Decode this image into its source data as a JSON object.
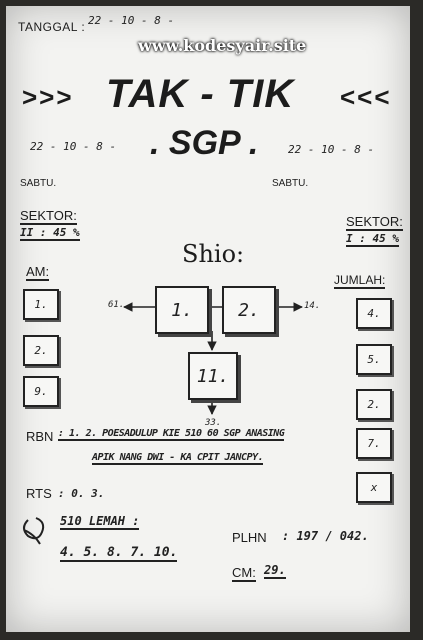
{
  "header": {
    "tanggal_label": "TANGGAL :",
    "tanggal_value": "22 - 10 - 8 -",
    "watermark": "www.kodesyair.site"
  },
  "title": {
    "left_arrows": ">>>",
    "main": "TAK - TIK",
    "right_arrows": "<<<",
    "market": ". SGP ."
  },
  "dates": {
    "left_date": "22 - 10 - 8 -",
    "left_day": "SABTU.",
    "right_date": "22 - 10 - 8 -",
    "right_day": "SABTU."
  },
  "sektor_left": {
    "label": "SEKTOR:",
    "value": "II : 45 %"
  },
  "sektor_right": {
    "label": "SEKTOR:",
    "value": "I : 45 %"
  },
  "shio": {
    "label": "Shio:",
    "box1": "1.",
    "box2": "2.",
    "box3": "11.",
    "left_out": "61.",
    "right_out": "14.",
    "down_out": "33."
  },
  "am": {
    "label": "AM:",
    "items": [
      "1.",
      "2.",
      "9."
    ]
  },
  "jumlah": {
    "label": "JUMLAH:",
    "items": [
      "4.",
      "5.",
      "2.",
      "7.",
      "x"
    ]
  },
  "rbn": {
    "label": "RBN",
    "line1": ": 1. 2. POESADULUP KIE 510 60 SGP ANASING",
    "line2": "APIK NANG DWI - KA CPIT JANCPY."
  },
  "rts": {
    "label": "RTS",
    "value": ": 0. 3."
  },
  "lemah": {
    "label": "510 LEMAH :",
    "value": "4. 5. 8. 7. 10."
  },
  "plhn": {
    "label": "PLHN",
    "value": ": 197 / 042."
  },
  "cm": {
    "label": "CM:",
    "value": "29."
  },
  "colors": {
    "ink": "#222222",
    "paper": "#f3f3f1",
    "background": "#2b2a27"
  }
}
